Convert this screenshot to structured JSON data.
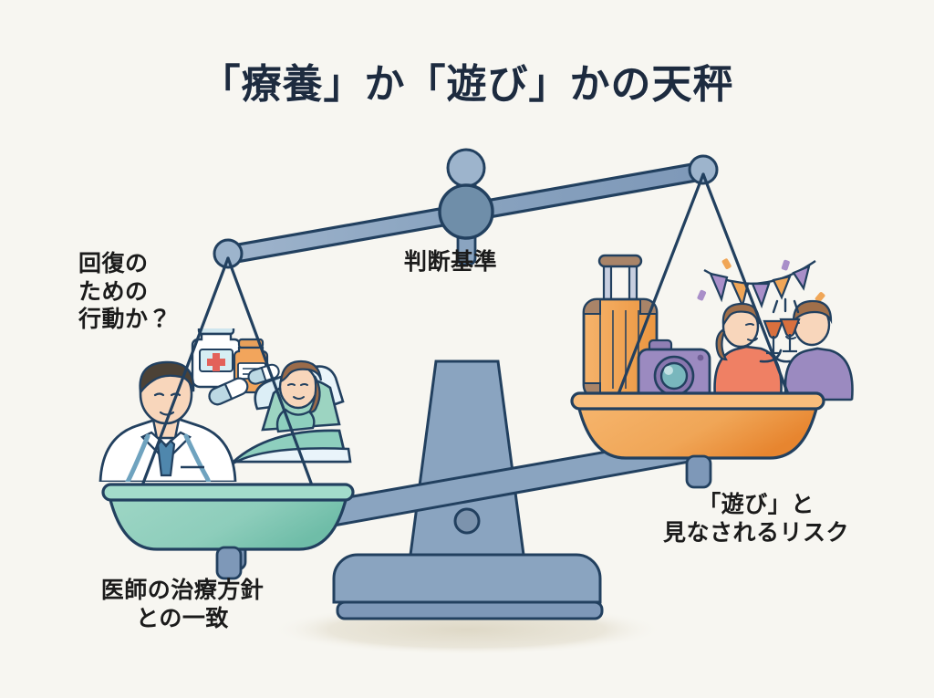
{
  "page": {
    "title": "「療養」か「遊び」かの天秤",
    "background_color": "#f7f6f1",
    "title_color": "#1d2b3f"
  },
  "labels": {
    "left": "回復の\nための\n行動か？",
    "center": "判断基準",
    "right": "「遊び」と\n見なされるリスク",
    "bottom_left": "医師の治療方針\nとの一致"
  },
  "scale": {
    "frame_color": "#7e98b8",
    "outline_color": "#22405f",
    "left_pan_color": "#8ecfbe",
    "right_pan_color": "#f0a657",
    "pivot_color": "#6e8ca8",
    "tilt": "left-side-down",
    "left_pan_label": "medical-recuperation",
    "right_pan_label": "leisure-play"
  },
  "left_pan_items": [
    {
      "name": "doctor-figure",
      "description": "白衣の医師・聴診器・青いネクタイ"
    },
    {
      "name": "patient-in-bed-figure",
      "description": "ベッドで療養する患者"
    },
    {
      "name": "medicine-bottle-white",
      "description": "赤十字の白い薬瓶"
    },
    {
      "name": "medicine-bottle-orange",
      "description": "オレンジのシロップ瓶"
    },
    {
      "name": "capsule-pills",
      "description": "カプセル錠剤"
    }
  ],
  "right_pan_items": [
    {
      "name": "suitcase",
      "description": "オレンジのスーツケース"
    },
    {
      "name": "camera",
      "description": "紫色のカメラ"
    },
    {
      "name": "toasting-couple",
      "description": "乾杯する二人"
    },
    {
      "name": "bunting-flags",
      "description": "紫とオレンジのガーランド"
    },
    {
      "name": "confetti",
      "description": "紙吹雪"
    }
  ],
  "colors": {
    "teal": "#8ecfbe",
    "orange": "#f0a657",
    "navy": "#22405f",
    "steel": "#7e98b8",
    "purple": "#9b86c4",
    "coral": "#ef8064",
    "white_coat": "#ffffff",
    "skin": "#f6d3b8"
  }
}
